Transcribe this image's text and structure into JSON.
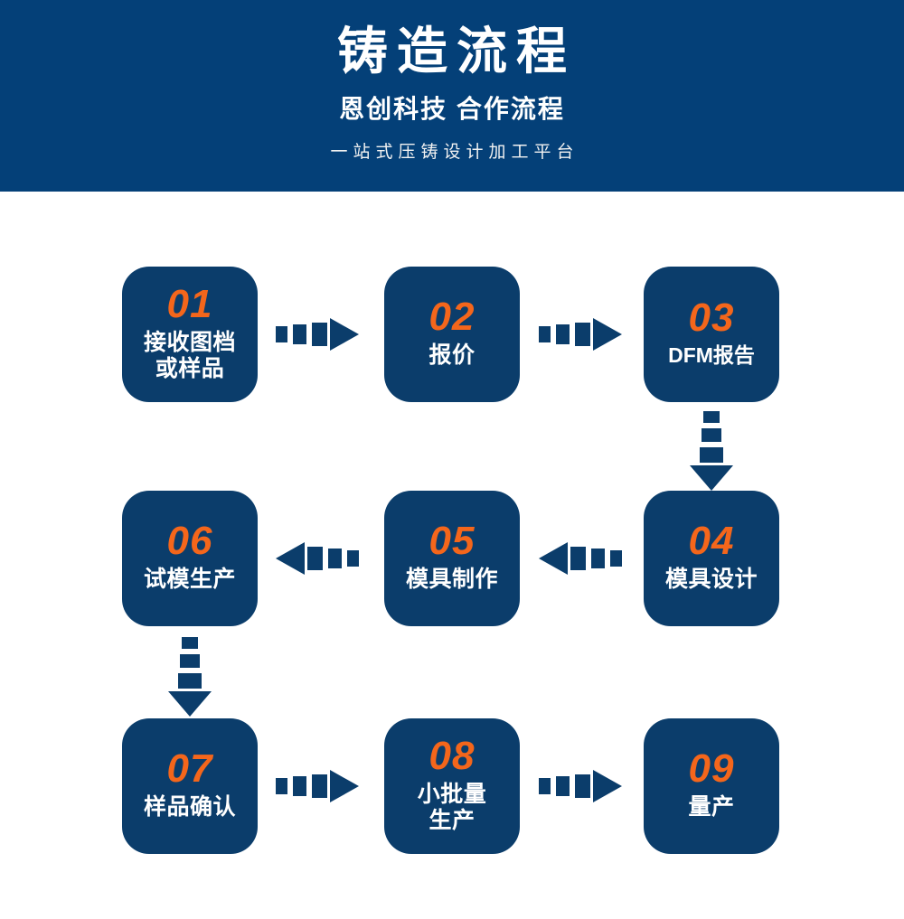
{
  "header": {
    "title": "铸造流程",
    "subtitle": "恩创科技  合作流程",
    "tagline": "一站式压铸设计加工平台"
  },
  "colors": {
    "header_bg": "#044078",
    "box_bg": "#0b3d6b",
    "number_orange": "#f4661b",
    "label_white": "#ffffff",
    "page_bg": "#ffffff",
    "arrow_blue": "#0b3d6b"
  },
  "flow": {
    "steps": [
      {
        "number": "01",
        "label": "接收图档\n或样品"
      },
      {
        "number": "02",
        "label": "报价"
      },
      {
        "number": "03",
        "label": "DFM报告"
      },
      {
        "number": "04",
        "label": "模具设计"
      },
      {
        "number": "05",
        "label": "模具制作"
      },
      {
        "number": "06",
        "label": "试模生产"
      },
      {
        "number": "07",
        "label": "样品确认"
      },
      {
        "number": "08",
        "label": "小批量\n生产"
      },
      {
        "number": "09",
        "label": "量产"
      }
    ],
    "connectors": [
      {
        "name": "arrow-01-to-02",
        "direction": "right"
      },
      {
        "name": "arrow-02-to-03",
        "direction": "right"
      },
      {
        "name": "arrow-03-to-04",
        "direction": "down"
      },
      {
        "name": "arrow-04-to-05",
        "direction": "left"
      },
      {
        "name": "arrow-05-to-06",
        "direction": "left"
      },
      {
        "name": "arrow-06-to-07",
        "direction": "down"
      },
      {
        "name": "arrow-07-to-08",
        "direction": "right"
      },
      {
        "name": "arrow-08-to-09",
        "direction": "right"
      }
    ]
  }
}
